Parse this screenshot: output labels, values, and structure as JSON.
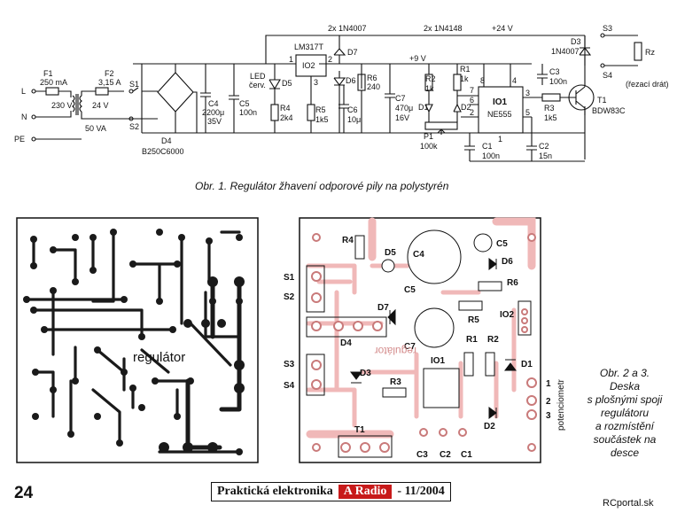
{
  "schematic": {
    "labels": {
      "f1": "F1",
      "f1v": "250 mA",
      "f2": "F2",
      "f2v": "3,15 A",
      "l": "L",
      "n": "N",
      "pe": "PE",
      "v230": "230 V",
      "v24": "24 V",
      "va": "50 VA",
      "s1": "S1",
      "s2": "S2",
      "d4": "D4",
      "d4v": "B250C6000",
      "c4": "C4",
      "c4v": "2200μ",
      "c4v2": "35V",
      "c5": "C5",
      "c5v": "100n",
      "led": "LED",
      "ledv": "červ.",
      "d5": "D5",
      "r4": "R4",
      "r4v": "2k4",
      "ic2": "IO2",
      "lm": "LM317T",
      "p1": "1",
      "p2": "2",
      "p3": "3",
      "d7": "D7",
      "d6": "D6",
      "top1": "2x 1N4007",
      "top2": "2x 1N4148",
      "v24top": "+24 V",
      "v9": "+9 V",
      "r5": "R5",
      "r5v": "1k5",
      "c6": "C6",
      "c6v": "10μ",
      "r6": "R6",
      "r6v": "240",
      "c7": "C7",
      "c7v": "470μ",
      "c7v2": "16V",
      "r2": "R2",
      "r2v": "1k",
      "r1": "R1",
      "r1v": "1k",
      "d1": "D1",
      "d2": "D2",
      "pp1": "P1",
      "pp1v": "100k",
      "ic1": "IO1",
      "ne": "NE555",
      "c1": "C1",
      "c1v": "100n",
      "c2": "C2",
      "c2v": "15n",
      "c3": "C3",
      "c3v": "100n",
      "r3": "R3",
      "r3v": "1k5",
      "d3": "D3",
      "d3v": "1N4007",
      "s3": "S3",
      "s4": "S4",
      "rz": "Rz",
      "rez": "(řezací drát)",
      "t1": "T1",
      "t1v": "BDW83C",
      "n8": "8",
      "n4": "4",
      "n7": "7",
      "n6": "6",
      "n2": "2",
      "n3": "3",
      "n5": "5",
      "n1": "1"
    },
    "caption": "Obr. 1. Regulátor žhavení odporové pily na polystyrén"
  },
  "pcb": {
    "label": "regulátor"
  },
  "layout_board": {
    "labels": {
      "r4": "R4",
      "d5": "D5",
      "c4": "C4",
      "c5": "C5",
      "c5b": "C5",
      "d6": "D6",
      "r6": "R6",
      "s1": "S1",
      "s2": "S2",
      "d7": "D7",
      "r5": "R5",
      "io2": "IO2",
      "d4": "D4",
      "c7": "C7",
      "r1": "R1",
      "r2": "R2",
      "d1": "D1",
      "s3": "S3",
      "s4": "S4",
      "d3": "D3",
      "r3": "R3",
      "io1": "IO1",
      "d2": "D2",
      "t1": "T1",
      "c3": "C3",
      "c2": "C2",
      "c1": "C1",
      "reg": "regulátor",
      "pot1": "1",
      "pot2": "2",
      "pot3": "3",
      "pot": "potenciometr"
    }
  },
  "caption2": [
    "Obr. 2 a 3.",
    "Deska",
    "s plošnými spoji",
    "regulátoru",
    "a rozmístění",
    "součástek na",
    "desce"
  ],
  "page_number": "24",
  "footer": {
    "left": "Praktická elektronika",
    "mid": "A Radio",
    "right": "- 11/2004"
  },
  "site": "RCportal.sk"
}
